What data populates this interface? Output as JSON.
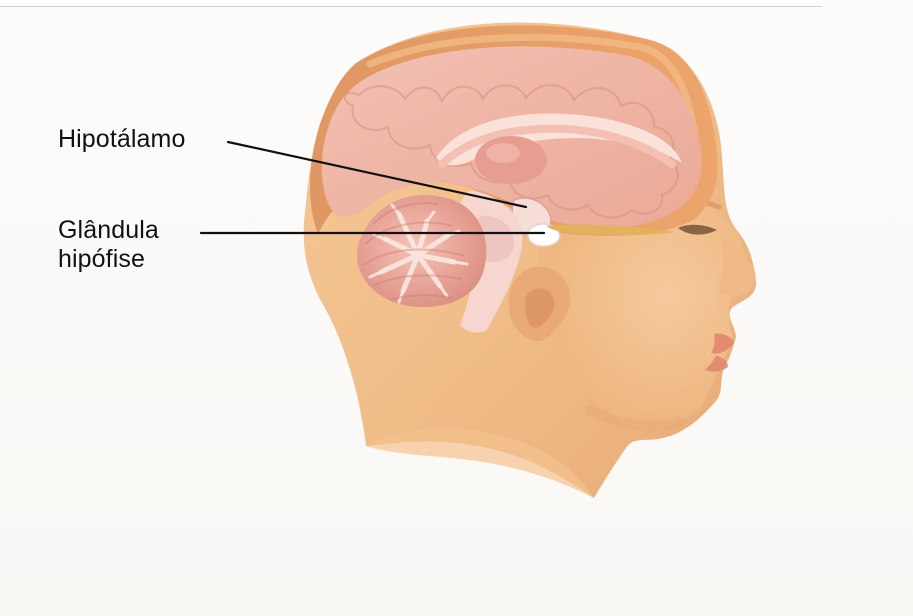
{
  "labels": {
    "hypothalamus": "Hipotálamo",
    "pituitary_line_1": "Glândula",
    "pituitary_line_2": "hipófise"
  },
  "colors": {
    "background": "#fbfaf8",
    "skin": "#f2c28f",
    "skin_shadow": "#dca06a",
    "brain": "#efb0a0",
    "brain_light": "#f8d2c7",
    "leader_line": "#111111"
  }
}
